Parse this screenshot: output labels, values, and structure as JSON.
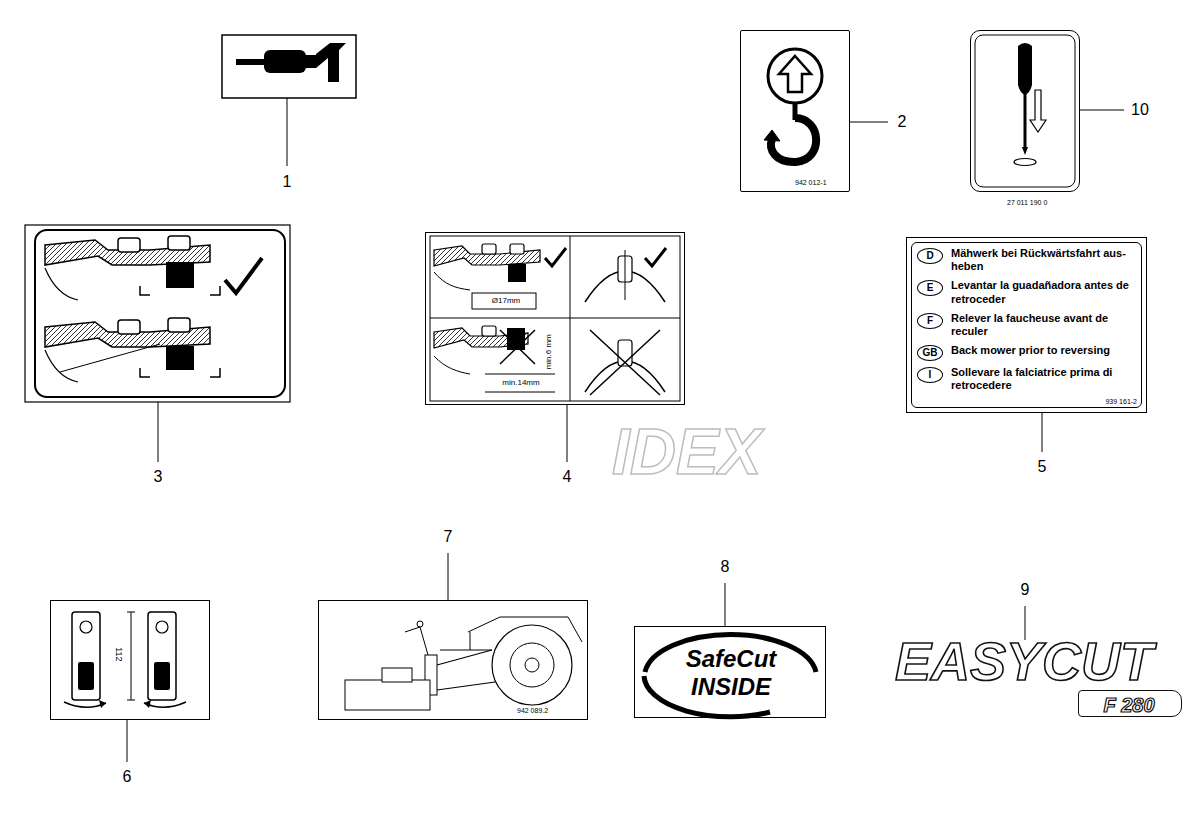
{
  "diagram": {
    "nodes": [
      {
        "text": [
          "942 012-1"
        ]
      },
      {
        "text": [
          "27 011 190 0"
        ]
      },
      {
        "text": [
          "Ø17mm",
          "min.6 mm",
          "min.14mm"
        ]
      },
      {
        "text": [
          "Mähwerk bei Rückwärtsfahrt aus- heben",
          "Levantar la guadañadora antes de retroceder",
          "Relever la faucheuse avant de reculer",
          "Back mower prior to reversing",
          "Sollevare la falciatrice prima di retrocedere",
          "939 161-2"
        ]
      },
      {
        "text": [
          "D"
        ],
        "in": 3
      },
      {
        "text": [
          "E"
        ],
        "in": 3
      },
      {
        "text": [
          "F"
        ],
        "in": 3
      },
      {
        "text": [
          "GB"
        ],
        "in": 3
      },
      {
        "text": [
          "I"
        ],
        "in": 3
      },
      {
        "text": [
          "112"
        ]
      },
      {
        "text": [
          "942 089.2"
        ]
      },
      {
        "text": [
          "SafeCut",
          "INSIDE"
        ]
      },
      {
        "text": [
          "F 280"
        ]
      }
    ],
    "labels": [
      "1",
      "2",
      "3",
      "4",
      "5",
      "6",
      "7",
      "8",
      "9",
      "10",
      "EASYCUT",
      "IDEX"
    ]
  }
}
